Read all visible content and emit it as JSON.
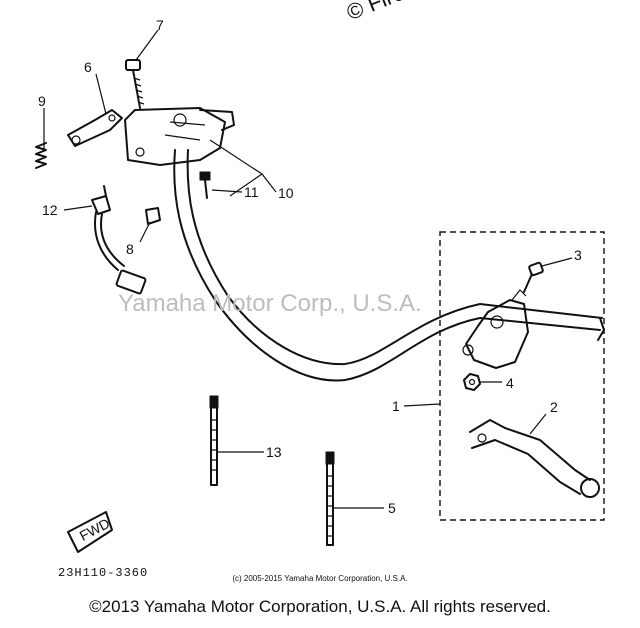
{
  "diagram": {
    "callouts": [
      "1",
      "2",
      "3",
      "4",
      "5",
      "6",
      "7",
      "8",
      "9",
      "10",
      "11",
      "12",
      "13"
    ],
    "code": "23H110-3360",
    "credit": "(c) 2005-2015 Yamaha Motor Corporation, U.S.A.",
    "watermark_top": "© Firedo",
    "watermark_center": "Yamaha Motor Corp., U.S.A."
  },
  "fwd_label": "FWD",
  "footer": {
    "copyright": "©2013 Yamaha Motor Corporation, U.S.A. All rights reserved."
  }
}
